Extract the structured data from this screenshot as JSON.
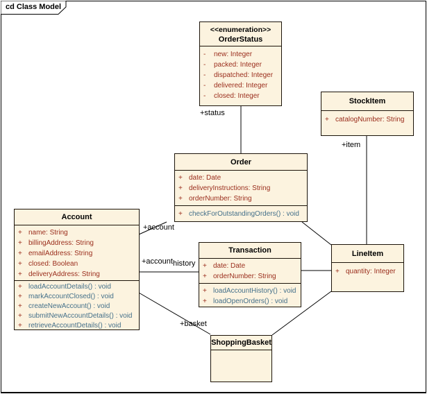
{
  "frame": {
    "title": "cd Class Model"
  },
  "colors": {
    "box_fill": "#fcf3df",
    "box_border": "#1a1208",
    "frame_color": "#000000",
    "attr_color": "#9a2d1c",
    "op_color": "#44708a",
    "label_color": "#000000"
  },
  "classes": {
    "order_status": {
      "stereotype": "<<enumeration>>",
      "name": "OrderStatus",
      "attributes": [
        {
          "vis": "-",
          "text": "new: Integer"
        },
        {
          "vis": "-",
          "text": "packed: Integer"
        },
        {
          "vis": "-",
          "text": "dispatched: Integer"
        },
        {
          "vis": "-",
          "text": "delivered: Integer"
        },
        {
          "vis": "-",
          "text": "closed: Integer"
        }
      ]
    },
    "stock_item": {
      "name": "StockItem",
      "attributes": [
        {
          "vis": "+",
          "text": "catalogNumber: String"
        }
      ]
    },
    "order": {
      "name": "Order",
      "attributes": [
        {
          "vis": "+",
          "text": "date: Date"
        },
        {
          "vis": "+",
          "text": "deliveryInstructions: String"
        },
        {
          "vis": "+",
          "text": "orderNumber: String"
        }
      ],
      "operations": [
        {
          "vis": "+",
          "text": "checkForOutstandingOrders() : void"
        }
      ]
    },
    "account": {
      "name": "Account",
      "attributes": [
        {
          "vis": "+",
          "text": "name: String"
        },
        {
          "vis": "+",
          "text": "billingAddress: String"
        },
        {
          "vis": "+",
          "text": "emailAddress: String"
        },
        {
          "vis": "+",
          "text": "closed: Boolean"
        },
        {
          "vis": "+",
          "text": "deliveryAddress: String"
        }
      ],
      "operations": [
        {
          "vis": "+",
          "text": "loadAccountDetails() : void"
        },
        {
          "vis": "+",
          "text": "markAccountClosed() : void"
        },
        {
          "vis": "+",
          "text": "createNewAccount() : void"
        },
        {
          "vis": "+",
          "text": "submitNewAccountDetails() : void"
        },
        {
          "vis": "+",
          "text": "retrieveAccountDetails() : void"
        }
      ]
    },
    "transaction": {
      "name": "Transaction",
      "attributes": [
        {
          "vis": "+",
          "text": "date: Date"
        },
        {
          "vis": "+",
          "text": "orderNumber: String"
        }
      ],
      "operations": [
        {
          "vis": "+",
          "text": "loadAccountHistory() : void"
        },
        {
          "vis": "+",
          "text": "loadOpenOrders() : void"
        }
      ]
    },
    "line_item": {
      "name": "LineItem",
      "attributes": [
        {
          "vis": "+",
          "text": "quantity: Integer"
        }
      ]
    },
    "shopping_basket": {
      "name": "ShoppingBasket"
    }
  },
  "edge_labels": {
    "status": "+status",
    "item": "+item",
    "account_order": "+account",
    "account_transaction": "+account",
    "history": "history",
    "basket": "+basket"
  }
}
